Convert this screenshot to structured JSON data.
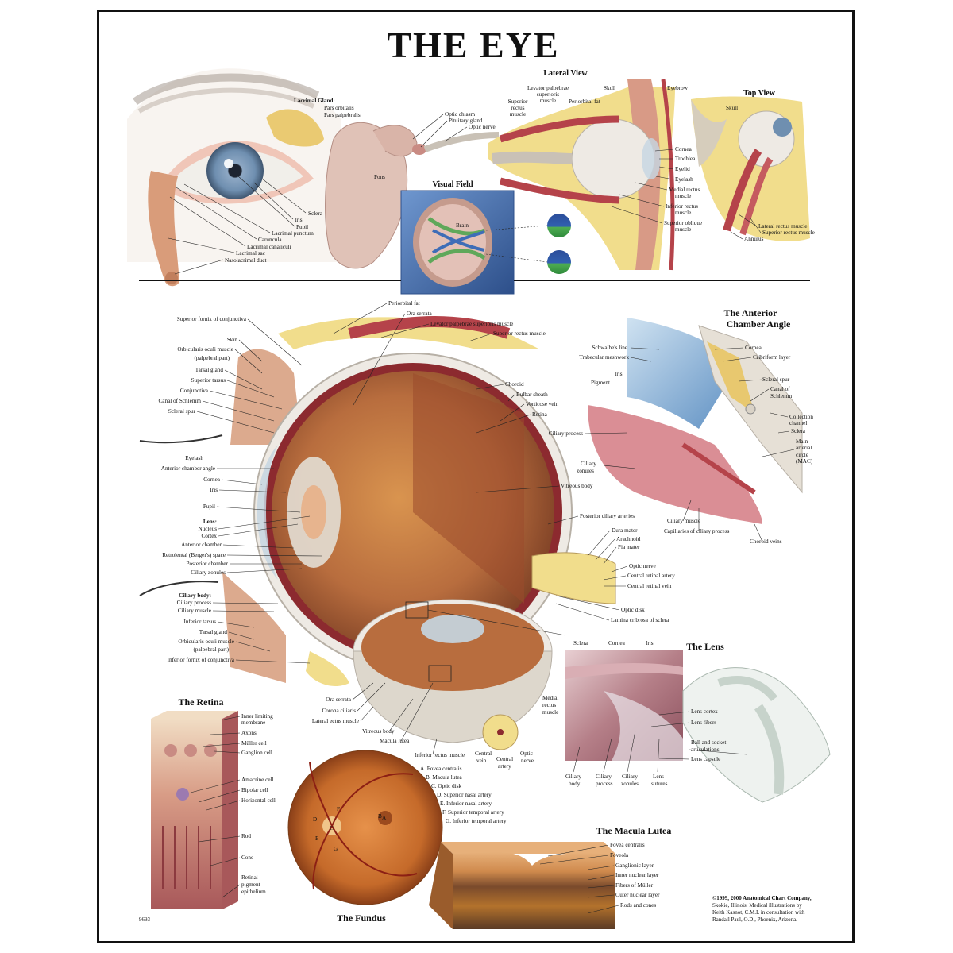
{
  "title": "THE EYE",
  "sections": {
    "lateral_view": "Lateral View",
    "top_view": "Top View",
    "visual_field": "Visual Field",
    "anterior_chamber": [
      "The Anterior",
      "Chamber Angle"
    ],
    "the_lens": "The Lens",
    "the_retina": "The Retina",
    "the_fundus": "The Fundus",
    "macula_lutea": "The Macula Lutea"
  },
  "external_eye": [
    "Lacrimal Gland:",
    "Pars orbitalis",
    "Pars palpebralis",
    "Sclera",
    "Iris",
    "Pupil",
    "Lacrimal punctum",
    "Caruncula",
    "Lacrimal canaliculi",
    "Lacrimal sac",
    "Nasolacrimal duct"
  ],
  "brain": [
    "Optic chiasm",
    "Pituitary gland",
    "Optic nerve",
    "Pons",
    "Brain"
  ],
  "lateral": [
    "Levator palpebrae",
    "superioris",
    "muscle",
    "Skull",
    "Eyebrow",
    "Superior",
    "rectus",
    "muscle",
    "Periorbital fat",
    "Cornea",
    "Trochlea",
    "Eyelid",
    "Eyelash",
    "Medial rectus",
    "muscle",
    "Inferior rectus",
    "muscle",
    "Superior oblique",
    "muscle"
  ],
  "top": [
    "Skull",
    "Lateral rectus muscle",
    "Superior rectus muscle",
    "Annulus"
  ],
  "main_left": [
    "Superior fornix of conjunctiva",
    "Skin",
    "Orbicularis oculi muscle",
    "(palpebral part)",
    "Tarsal gland",
    "Superior tarsus",
    "Conjunctiva",
    "Canal of Schlemm",
    "Scleral spur",
    "Eyelash",
    "Anterior chamber angle",
    "Cornea",
    "Iris",
    "Pupil",
    "Lens:",
    "Nucleus",
    "Cortex",
    "Anterior chamber",
    "Retrolental (Berger's) space",
    "Posterior chamber",
    "Ciliary zonules",
    "Ciliary body:",
    "Ciliary process",
    "Ciliary muscle",
    "Inferior tarsus",
    "Tarsal gland",
    "Orbicularis oculi muscle",
    "(palpebral part)",
    "Inferior fornix of conjunctiva"
  ],
  "main_top": [
    "Periorbital fat",
    "Ora serrata",
    "Levator palpebrae superioris muscle",
    "Superior rectus muscle"
  ],
  "main_right": [
    "Choroid",
    "Bulbar sheath",
    "Vorticose vein",
    "Retina",
    "Vitreous body",
    "Posterior ciliary arteries",
    "Dura mater",
    "Arachnoid",
    "Pia mater",
    "Optic nerve",
    "Central retinal artery",
    "Central retinal vein",
    "Optic disk",
    "Lamina cribrosa of sclera"
  ],
  "anterior_chamber_labels": [
    "Cornea",
    "Schwalbe's line",
    "Cribriform layer",
    "Trabecular meshwork",
    "Iris",
    "Pigment",
    "Scleral spur",
    "Canal of",
    "Schlemm",
    "Collection",
    "channel",
    "Sclera",
    "Ciliary process",
    "Main",
    "arterial",
    "circle",
    "(MAC)",
    "Ciliary",
    "zonules",
    "Ciliary muscle",
    "Capillaries of ciliary process",
    "Choroid veins"
  ],
  "globe_labels": [
    "Ora serrata",
    "Corona ciliaris",
    "Lateral ectus muscle",
    "Vitreous body",
    "Macula lutea",
    "Inferior rectus muscle",
    "Central",
    "vein",
    "Central",
    "artery",
    "Optic",
    "nerve",
    "Medial",
    "rectus",
    "muscle"
  ],
  "lens_labels": [
    "Sclera",
    "Cornea",
    "Iris",
    "Lens cortex",
    "Lens fibers",
    "Ball and socket",
    "articulations",
    "Lens capsule",
    "Ciliary",
    "body",
    "Ciliary",
    "process",
    "Ciliary",
    "zonules",
    "Lens",
    "sutures"
  ],
  "retina_labels": [
    "Inner limiting",
    "membrane",
    "Axons",
    "Müller cell",
    "Ganglion cell",
    "Amacrine cell",
    "Bipolar cell",
    "Horizontal cell",
    "Rod",
    "Cone",
    "Retinal",
    "pigment",
    "epithelium"
  ],
  "fundus_legend": [
    "A. Fovea centralis",
    "B. Macula lutea",
    "C. Optic disk",
    "D. Superior nasal artery",
    "E. Inferior nasal artery",
    "F. Superior temporal artery",
    "G. Inferior temporal artery"
  ],
  "fundus_letters": [
    "A",
    "B",
    "C",
    "D",
    "E",
    "F",
    "G"
  ],
  "macula_labels": [
    "Fovea centralis",
    "Foveola",
    "Ganglionic layer",
    "Inner nuclear layer",
    "Fibers of Müller",
    "Outer nuclear layer",
    "Rods and cones"
  ],
  "credits": [
    "©1999, 2000 Anatomical Chart Company,",
    "Skokie, Illinois. Medical illustrations by",
    "Keith Kasnot, C.M.I. in consultation with",
    "Randall Paul, O.D., Phoenix, Arizona."
  ],
  "catalog_number": "9693",
  "colors": {
    "iris": "#6f8fb0",
    "sclera": "#eeeae4",
    "muscle": "#b5434a",
    "fat": "#f1dd8c",
    "skin": "#dcaa8e",
    "choroid": "#8c2a2f",
    "vitreous": "#b86d3e",
    "cornea_glass": "#c5d6e2",
    "meshwork": "#8fb7d8",
    "brain": "#e0c2b7",
    "visual_field_box": "#4a76b8",
    "fundus": "#c56a2a"
  }
}
